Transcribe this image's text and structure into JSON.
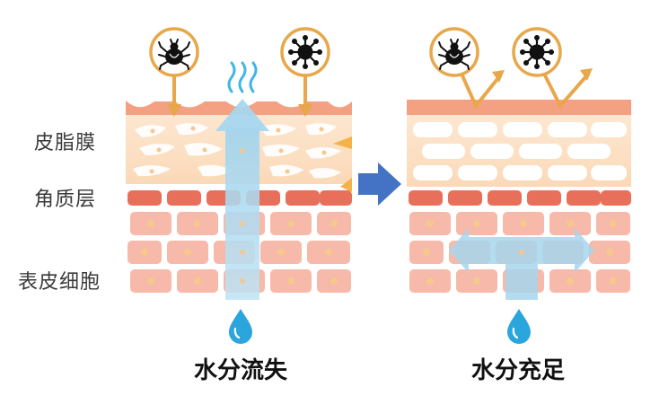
{
  "labels": {
    "sebum_film": "皮脂膜",
    "stratum_corneum": "角质层",
    "epidermal_cells": "表皮细胞"
  },
  "captions": {
    "left": "水分流失",
    "right": "水分充足"
  },
  "icons": {
    "mite": "mite-icon",
    "germ": "germ-icon",
    "water_drop": "water-drop-icon",
    "steam": "steam-icon",
    "transition_arrow": "right-arrow-icon"
  },
  "colors": {
    "sebum_top": "#f4a083",
    "sebum_band": "#fde3c8",
    "corneum_cell": "#e8705a",
    "epidermis_cell": "#f7b9a9",
    "nucleus": "#f6c88d",
    "badge_border": "#e8a74a",
    "water": "#41b6e6",
    "arrow_blue": "#4472c4"
  }
}
